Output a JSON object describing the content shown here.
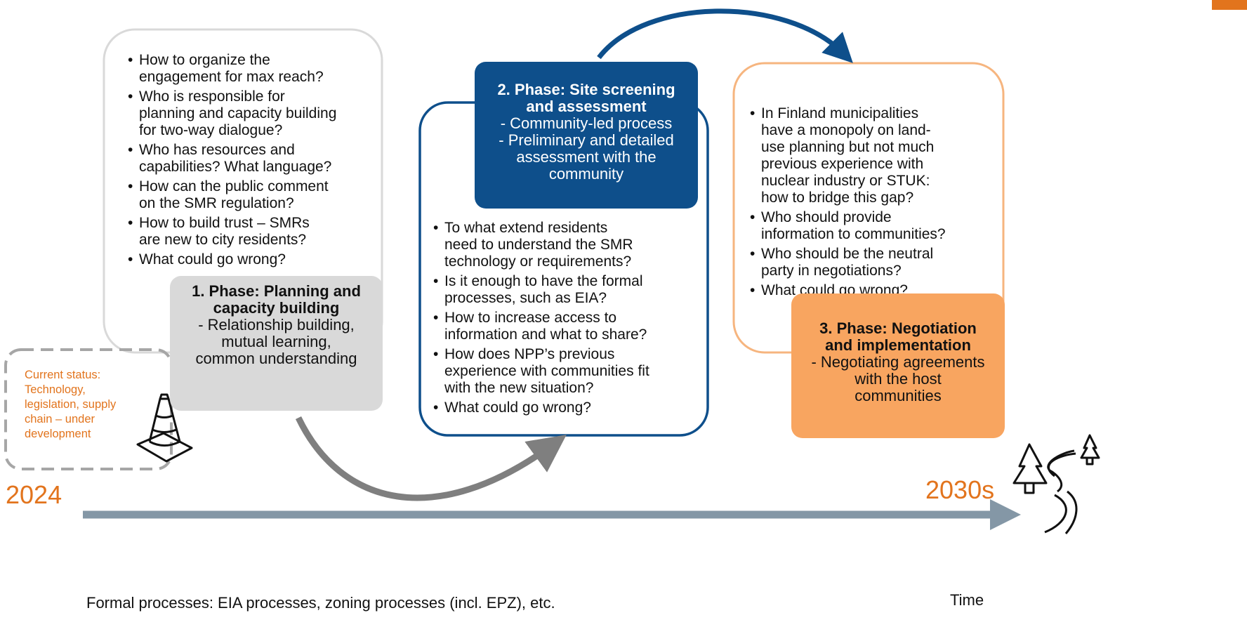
{
  "phase1": {
    "title": "1. Phase: Planning and\ncapacity building",
    "description": "- Relationship building,\nmutual learning,\ncommon understanding",
    "questions": [
      "How to organize the\nengagement for max reach?",
      "Who is responsible for\nplanning and capacity building\nfor two-way dialogue?",
      "Who has resources and\ncapabilities? What language?",
      "How can the public comment\non the SMR regulation?",
      "How to build trust – SMRs\nare new to city residents?",
      "What could go wrong?"
    ]
  },
  "phase2": {
    "title": "2. Phase: Site screening\nand assessment",
    "description": "- Community-led process\n- Preliminary and detailed\nassessment with the\ncommunity",
    "questions": [
      "To what extend residents\nneed to understand the SMR\ntechnology or requirements?",
      "Is it enough to have the formal\nprocesses, such as EIA?",
      "How to increase access to\ninformation and what to share?",
      "How does NPP’s previous\nexperience with communities fit\nwith the new situation?",
      "What could go wrong?"
    ]
  },
  "phase3": {
    "title": "3. Phase: Negotiation\nand implementation",
    "description": "- Negotiating agreements\nwith the host\ncommunities",
    "questions": [
      "In Finland municipalities\nhave a monopoly on land-\nuse planning but not much\nprevious experience with\nnuclear industry or STUK:\nhow to bridge this gap?",
      "Who should provide\ninformation to communities?",
      "Who should be the neutral\nparty in negotiations?",
      "What could go wrong?"
    ]
  },
  "status": "Current status:\nTechnology,\nlegislation, supply\nchain – under\ndevelopment",
  "timeline": {
    "start": "2024",
    "end": "2030s",
    "axis_label": "Time",
    "formal_processes": "Formal processes: EIA processes, zoning processes (incl. EPZ), etc."
  },
  "colors": {
    "orange": "#e2741d",
    "blue": "#0e4f8b",
    "gray_phase": "#d9d9d9",
    "light_orange_border": "#f6b57f",
    "phase3_fill": "#f8a560",
    "arrow_gray": "#7f7f7f",
    "timeline": "#8497a6"
  },
  "icons": [
    "traffic-cone-icon",
    "tree-icon",
    "winding-road-icon"
  ]
}
